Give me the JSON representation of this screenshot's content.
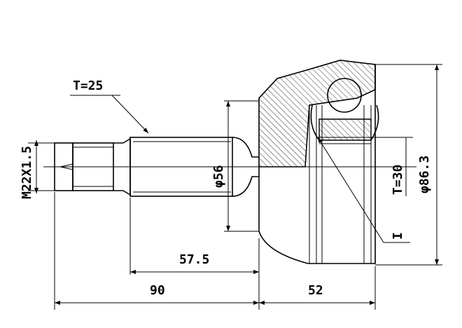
{
  "labels": {
    "thread_torque": "T=25",
    "thread_size": "M22X1.5",
    "shaft_dia": "φ56",
    "dim_57": "57.5",
    "dim_90": "90",
    "dim_52": "52",
    "inner_torque": "T=30",
    "outer_dia": "φ86.3",
    "inner_mark": "I"
  }
}
